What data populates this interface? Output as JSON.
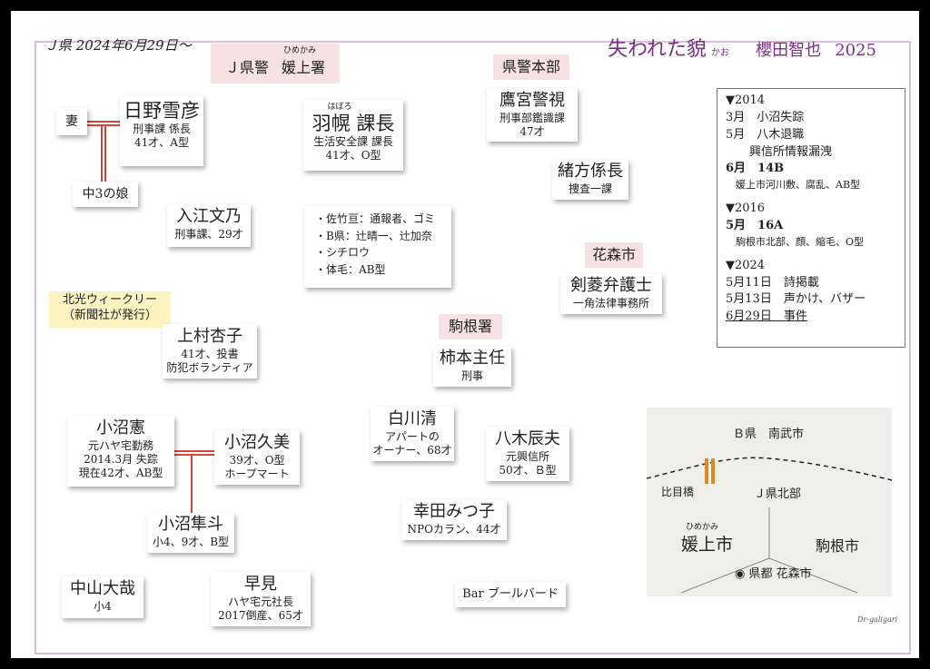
{
  "header": {
    "case_line": "Ｊ県 2024年6月29日〜",
    "title": "失われた貌",
    "title_ruby": "かお",
    "author": "櫻田智也",
    "year": "2025"
  },
  "orgs": {
    "himegami": {
      "prefix": "Ｊ県警",
      "ruby": "ひめかみ",
      "name": "媛上署"
    },
    "hq": "県警本部",
    "hanamori": "花森市",
    "komane": "駒根署"
  },
  "people": {
    "hino": {
      "name": "日野雪彦",
      "l1": "刑事課 係長",
      "l2": "41才、A型"
    },
    "wife": "妻",
    "daughter": "中3の娘",
    "haboro": {
      "ruby": "はぼろ",
      "name": "羽幌 課長",
      "l1": "生活安全課 課長",
      "l2": "41才、O型"
    },
    "takamiya": {
      "name": "鷹宮警視",
      "l1": "刑事部鑑識課",
      "l2": "47才"
    },
    "ogata": {
      "name": "緒方係長",
      "l1": "捜査一課"
    },
    "irie": {
      "name": "入江文乃",
      "l1": "刑事課、29才"
    },
    "satake_list": [
      "・佐竹亘：通報者、ゴミ",
      "・B県：辻晴一、辻加奈",
      "・シチロウ",
      "・体毛：AB型"
    ],
    "kenryo": {
      "name": "剣菱弁護士",
      "l1": "一角法律事務所"
    },
    "hokko": {
      "l1": "北光ウィークリー",
      "l2": "（新聞社が発行）"
    },
    "uemura": {
      "name": "上村杏子",
      "l1": "41才、投書",
      "l2": "防犯ボランティア"
    },
    "kakimoto": {
      "name": "柿本主任",
      "l1": "刑事"
    },
    "konuma_ken": {
      "name": "小沼憲",
      "l1": "元ハヤ宅勤務",
      "l2": "2014.3月 失踪",
      "l3": "現在42才、AB型"
    },
    "konuma_kumi": {
      "name": "小沼久美",
      "l1": "39才、O型",
      "l2": "ホープマート"
    },
    "konuma_hayato": {
      "name": "小沼隼斗",
      "l1": "小4、9才、B型"
    },
    "shirakawa": {
      "name": "白川清",
      "l1": "アパートの",
      "l2": "オーナー、68才"
    },
    "yagi": {
      "name": "八木辰夫",
      "l1": "元興信所",
      "l2": "50才、Ｂ型"
    },
    "koda": {
      "name": "幸田みつ子",
      "l1": "NPOカラン、44才"
    },
    "nakayama": {
      "name": "中山大哉",
      "l1": "小4"
    },
    "hayami": {
      "name": "早見",
      "l1": "ハヤ宅元社長",
      "l2": "2017倒産、65才"
    },
    "bar": "Bar ブールバード"
  },
  "timeline": [
    {
      "year": "▼2014",
      "lines": [
        "3月　小沼失踪",
        "5月　八木退職",
        "　　興信所情報漏洩",
        "6月　14B",
        "　媛上市河川敷、腐乱、AB型"
      ]
    },
    {
      "year": "▼2016",
      "lines": [
        "5月　16A",
        "　駒根市北部、顔、縮毛、O型"
      ]
    },
    {
      "year": "▼2024",
      "lines": [
        "5月11日　詩掲載",
        "5月13日　声かけ、バザー",
        "6月29日　事件"
      ]
    }
  ],
  "map": {
    "b_pref": "Ｂ県　南武市",
    "bridge": "比目橋",
    "j_north": "Ｊ県北部",
    "himegami_ruby": "ひめかみ",
    "himegami": "媛上市",
    "komane": "駒根市",
    "capital": "◉ 県都 花森市"
  },
  "credit": "Dr-galigari"
}
